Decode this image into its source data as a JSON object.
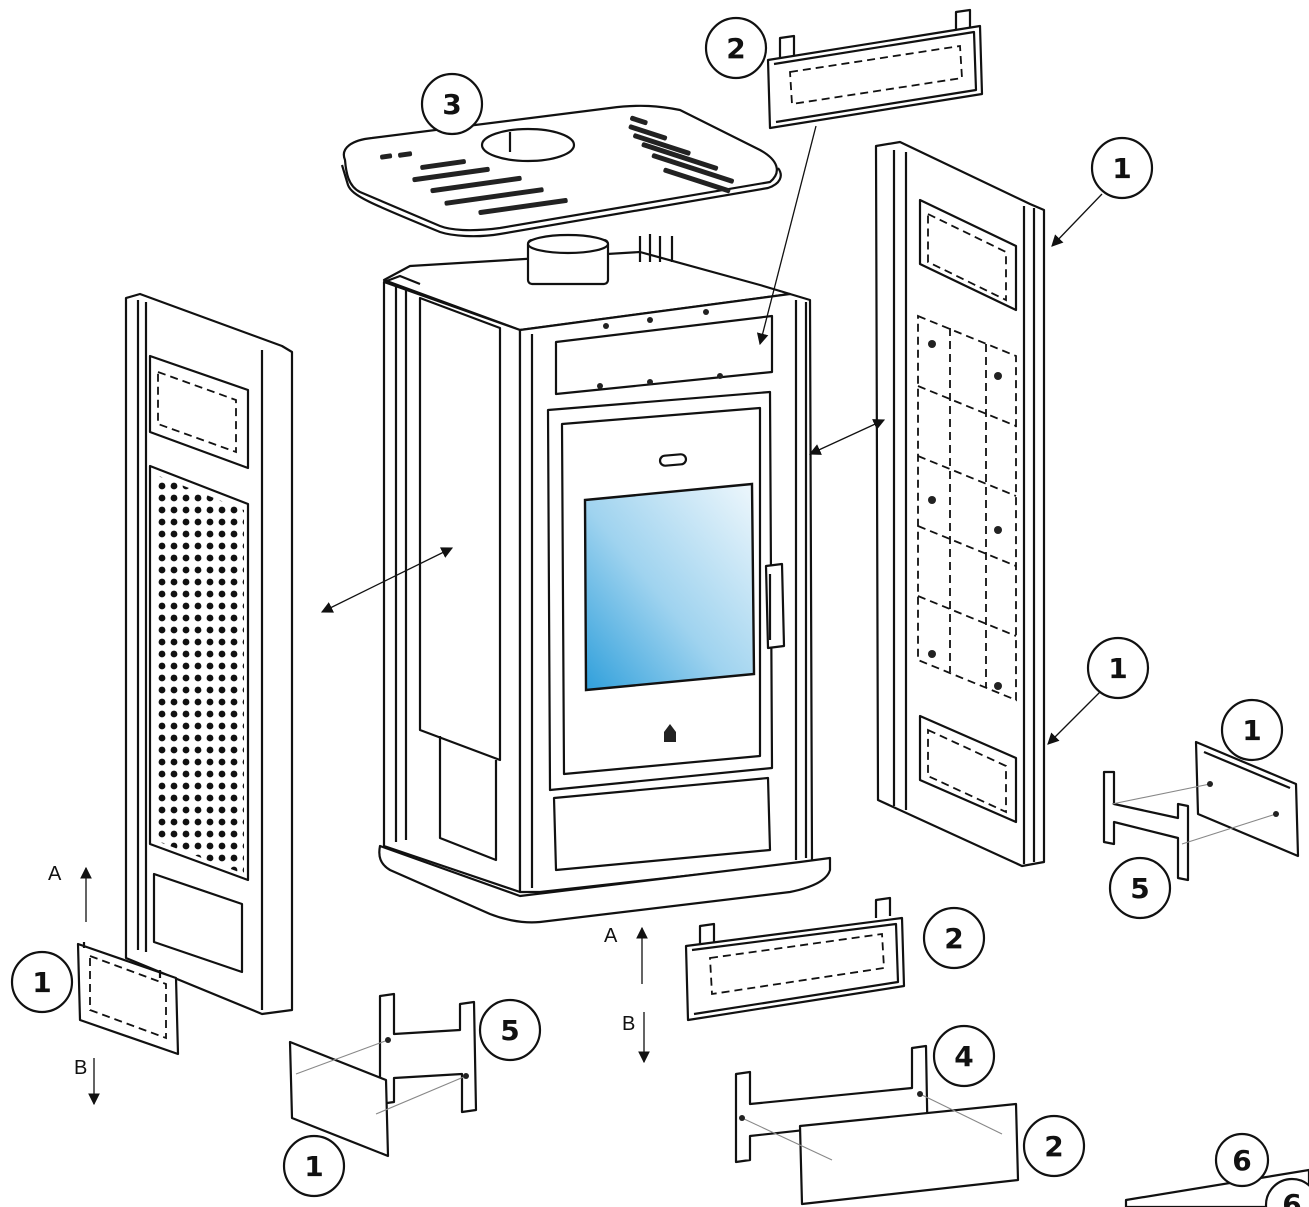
{
  "callouts": [
    {
      "label": "1"
    },
    {
      "label": "1"
    },
    {
      "label": "1"
    },
    {
      "label": "1"
    },
    {
      "label": "1"
    },
    {
      "label": "2"
    },
    {
      "label": "2"
    },
    {
      "label": "2"
    },
    {
      "label": "3"
    },
    {
      "label": "4"
    },
    {
      "label": "5"
    },
    {
      "label": "5"
    },
    {
      "label": "6"
    },
    {
      "label": "6"
    }
  ],
  "directions": {
    "left_up": "A",
    "left_down": "B",
    "center_up": "A",
    "center_down": "B"
  },
  "colors": {
    "line": "#111111",
    "glass_light": "#e8f4fb",
    "glass_mid": "#9fd3ef",
    "glass_dark": "#3aa6de"
  }
}
